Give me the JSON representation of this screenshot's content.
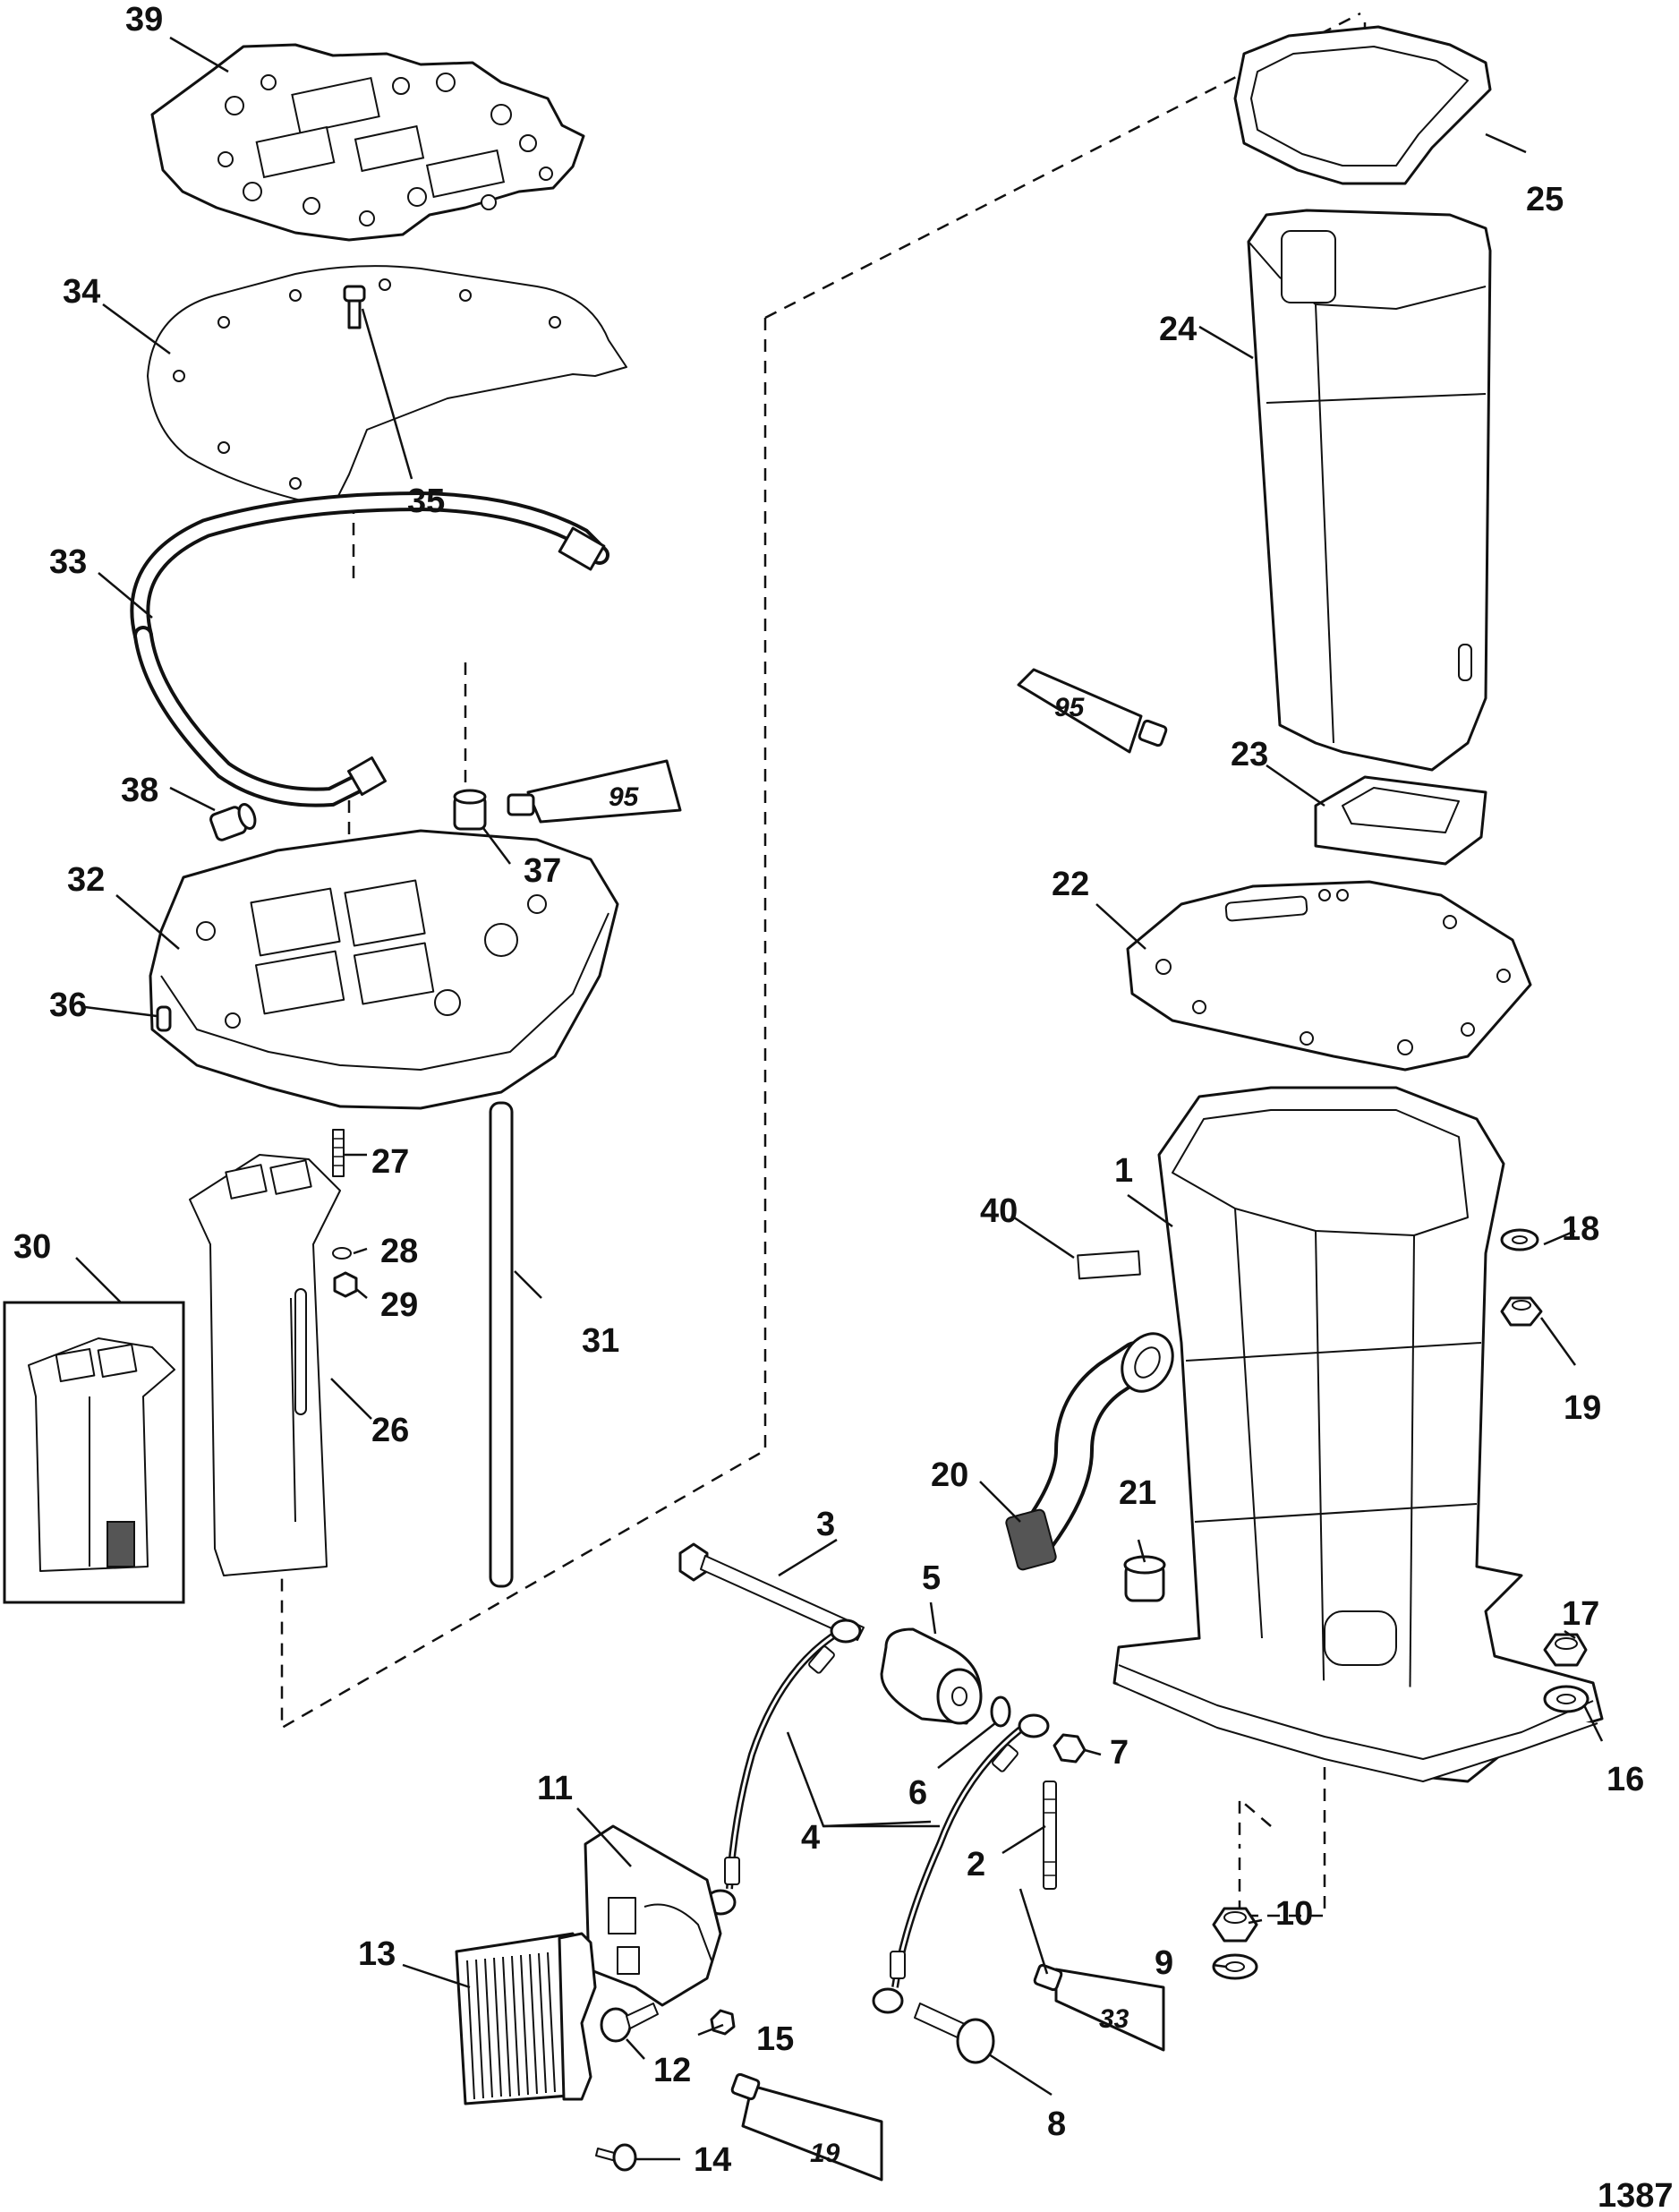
{
  "diagram": {
    "figure_number": "1387",
    "callouts": [
      "1",
      "2",
      "3",
      "4",
      "5",
      "6",
      "7",
      "8",
      "9",
      "10",
      "11",
      "12",
      "13",
      "14",
      "15",
      "16",
      "17",
      "18",
      "19",
      "20",
      "21",
      "22",
      "23",
      "24",
      "25",
      "26",
      "27",
      "28",
      "29",
      "30",
      "31",
      "32",
      "33",
      "34",
      "35",
      "36",
      "37",
      "38",
      "39",
      "40"
    ],
    "sealant_tubes": [
      "95",
      "95",
      "33",
      "19"
    ]
  }
}
